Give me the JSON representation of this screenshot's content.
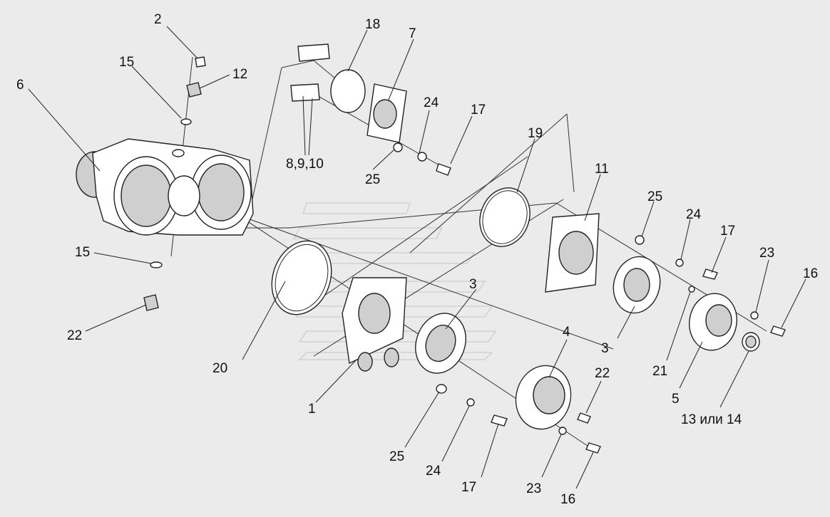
{
  "callouts": {
    "c1": "1",
    "c2": "2",
    "c3a": "3",
    "c3b": "3",
    "c4": "4",
    "c5": "5",
    "c6": "6",
    "c7": "7",
    "c8_9_10": "8,9,10",
    "c11": "11",
    "c12": "12",
    "c13_14": "13 или 14",
    "c15a": "15",
    "c15b": "15",
    "c16a": "16",
    "c16b": "16",
    "c17a": "17",
    "c17b": "17",
    "c17c": "17",
    "c18": "18",
    "c19": "19",
    "c20": "20",
    "c21": "21",
    "c22a": "22",
    "c22b": "22",
    "c23a": "23",
    "c23b": "23",
    "c24a": "24",
    "c24b": "24",
    "c24c": "24",
    "c25a": "25",
    "c25b": "25",
    "c25c": "25"
  },
  "colors": {
    "background": "#ebebeb",
    "line": "#222222",
    "part_fill": "#ffffff"
  }
}
